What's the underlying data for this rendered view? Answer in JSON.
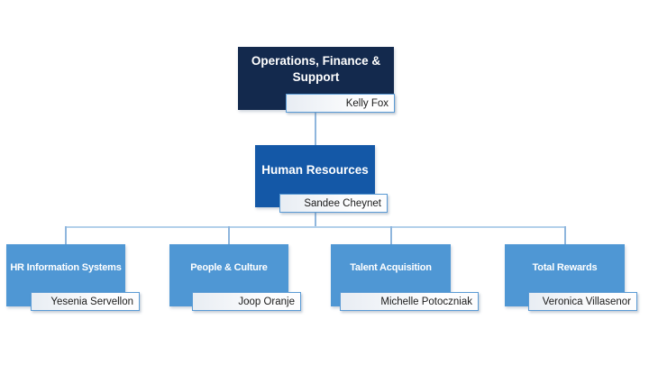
{
  "chart": {
    "type": "org-chart",
    "nodes": [
      {
        "title": "Operations, Finance & Support",
        "person": "Kelly Fox",
        "level": 1
      },
      {
        "title": "Human Resources",
        "person": "Sandee Cheynet",
        "level": 2
      },
      {
        "title": "HR Information Systems",
        "person": "Yesenia Servellon",
        "level": 3
      },
      {
        "title": "People & Culture",
        "person": "Joop Oranje",
        "level": 3
      },
      {
        "title": "Talent Acquisition",
        "person": "Michelle Potoczniak",
        "level": 3
      },
      {
        "title": "Total Rewards",
        "person": "Veronica Villasenor",
        "level": 3
      }
    ],
    "colors": {
      "level1_fill": "#13294D",
      "level2_fill": "#1458A7",
      "level3_fill": "#4F97D4",
      "tag_border": "#5B9BD5",
      "tag_fill_start": "#E8EDF3",
      "tag_fill_end": "#FDFDFE",
      "connector_vertical": "#8FB6DD",
      "connector_horizontal": "#B3D0EA",
      "title_text": "#FFFFFF",
      "person_text": "#1A1A1A",
      "background": "#FFFFFF"
    }
  }
}
